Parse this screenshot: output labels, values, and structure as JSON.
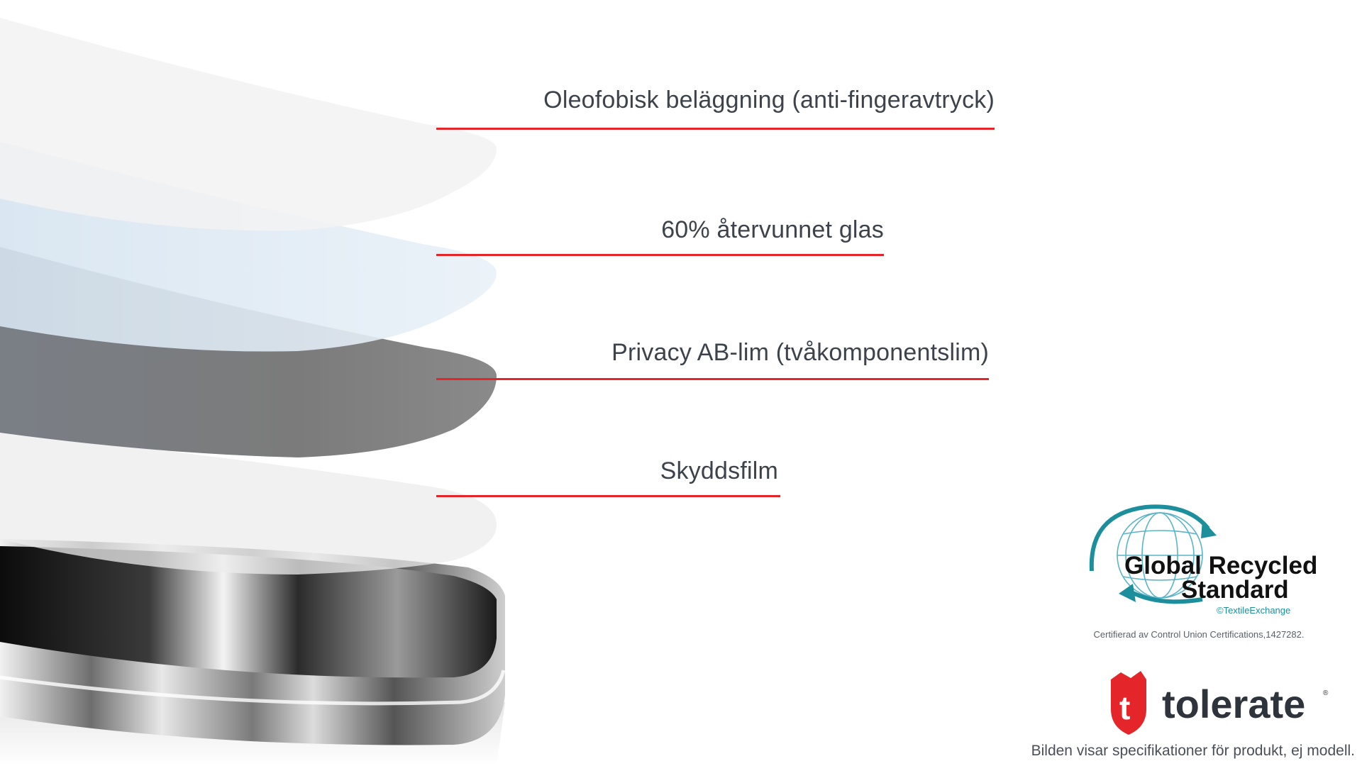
{
  "layers": [
    {
      "label": "Oleofobisk beläggning (anti-fingeravtryck)"
    },
    {
      "label": "60% återvunnet glas"
    },
    {
      "label": "Privacy AB-lim (tvåkomponentslim)"
    },
    {
      "label": "Skyddsfilm"
    }
  ],
  "certification": {
    "logo_line1": "Global Recycled",
    "logo_line2": "Standard",
    "logo_owner": "©TextileExchange",
    "text": "Certifierad av Control Union Certifications,1427282."
  },
  "brand": {
    "logo_text": "tolerate",
    "logo_glyph": "t"
  },
  "footer": {
    "note": "Bilden visar specifikationer för produkt, ej modell."
  },
  "colors": {
    "accent_line": "#e4262b",
    "brand_red": "#e4262b",
    "grs_teal": "#1d8f9c"
  }
}
